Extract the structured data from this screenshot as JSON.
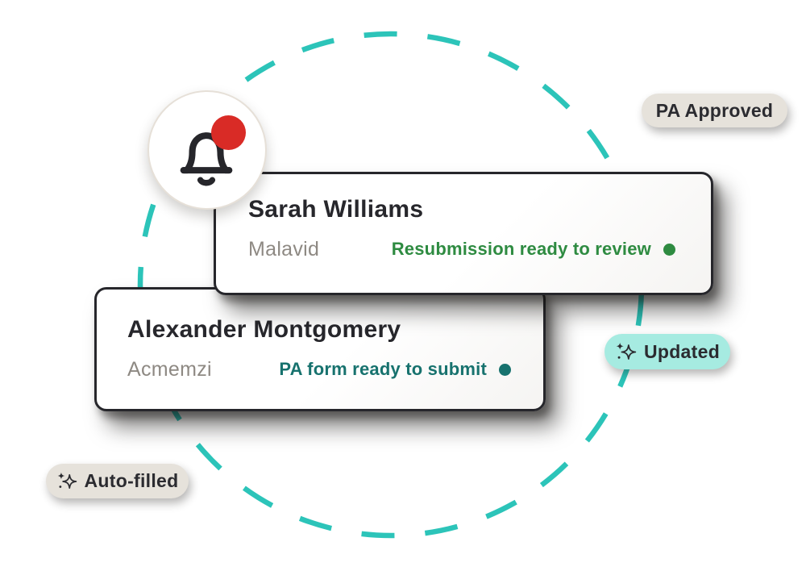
{
  "decor": {
    "dashed_circle_color": "#2cc4b9"
  },
  "notification_bell": {
    "icon": "bell-icon",
    "badge_dot_color": "#d92b26"
  },
  "cards": [
    {
      "person": "Sarah Williams",
      "source": "Malavid",
      "status": "Resubmission ready to review",
      "status_color": "#2e8b41"
    },
    {
      "person": "Alexander Montgomery",
      "source": "Acmemzi",
      "status": "PA form ready to submit",
      "status_color": "#17726e"
    }
  ],
  "badges": {
    "pa_approved": {
      "label": "PA Approved"
    },
    "updated": {
      "label": "Updated",
      "icon": "sparkle-icon"
    },
    "auto_filled": {
      "label": "Auto-filled",
      "icon": "sparkle-icon"
    }
  }
}
